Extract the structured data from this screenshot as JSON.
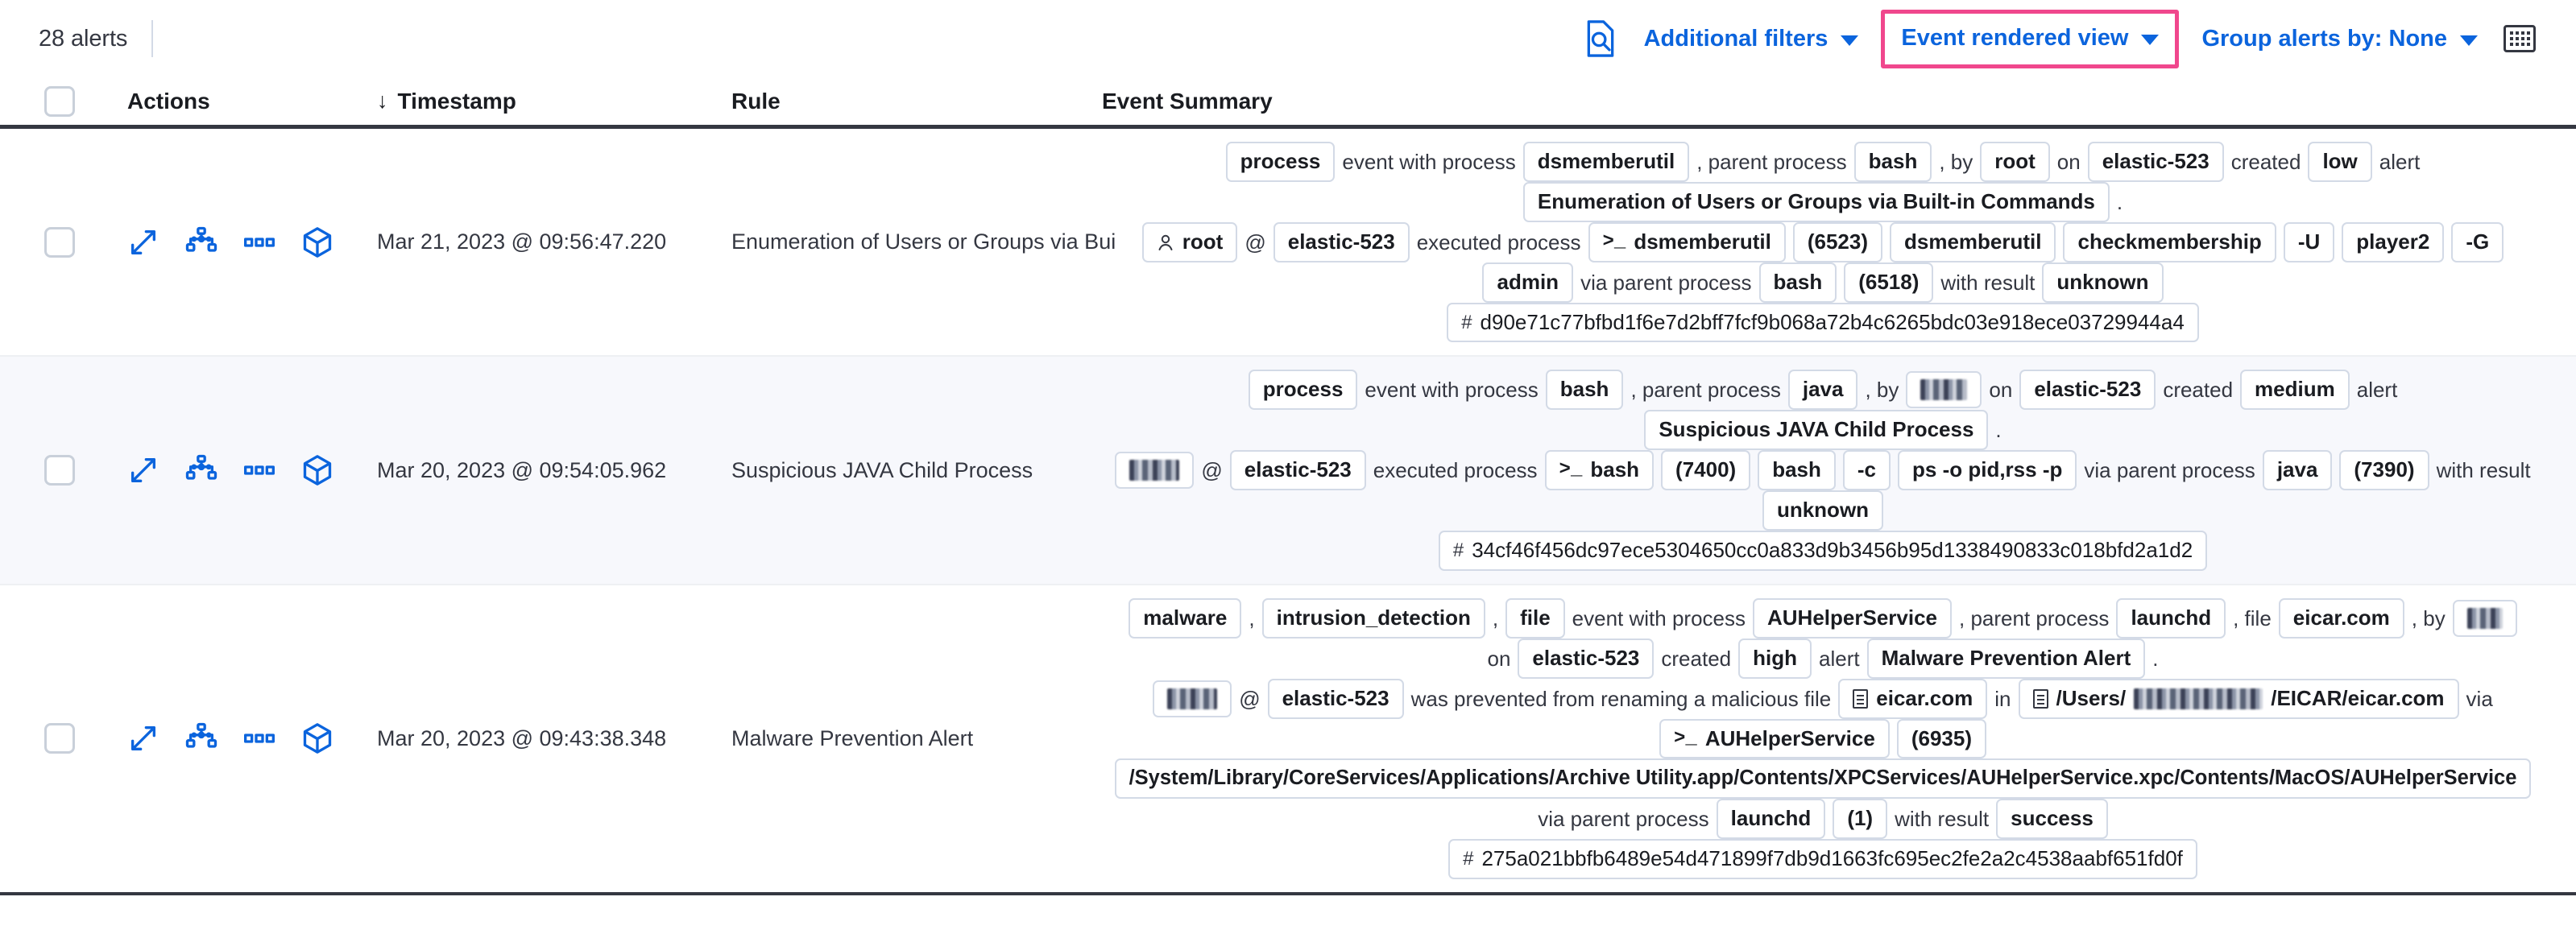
{
  "toolbar": {
    "alert_count": "28 alerts",
    "search_icon": "document-search-icon",
    "additional_filters_label": "Additional filters",
    "event_rendered_view_label": "Event rendered view",
    "group_alerts_label": "Group alerts by: None",
    "keyboard_icon": "keyboard-icon",
    "highlight_color": "#f0478d",
    "link_color": "#0b64dd"
  },
  "table": {
    "columns": {
      "select_all": "",
      "actions": "Actions",
      "timestamp": "Timestamp",
      "sort_indicator": "↓",
      "rule": "Rule",
      "event_summary": "Event Summary"
    },
    "row_actions": [
      "expand-icon",
      "analyze-event-icon",
      "more-actions-icon",
      "session-view-icon"
    ],
    "rows": [
      {
        "timestamp": "Mar 21, 2023 @ 09:56:47.220",
        "rule": "Enumeration of Users or Groups via Bui",
        "summary_lines": [
          [
            {
              "t": "pill",
              "v": "process"
            },
            {
              "t": "txt",
              "v": "event with process"
            },
            {
              "t": "pill",
              "v": "dsmemberutil"
            },
            {
              "t": "txt",
              "v": ", parent process"
            },
            {
              "t": "pill",
              "v": "bash"
            },
            {
              "t": "txt",
              "v": ", by"
            },
            {
              "t": "pill",
              "v": "root"
            },
            {
              "t": "txt",
              "v": "on"
            },
            {
              "t": "pill",
              "v": "elastic-523"
            },
            {
              "t": "txt",
              "v": "created"
            },
            {
              "t": "pill",
              "v": "low"
            },
            {
              "t": "txt",
              "v": "alert"
            }
          ],
          [
            {
              "t": "pill",
              "v": "Enumeration of Users or Groups via Built-in Commands"
            },
            {
              "t": "txt",
              "v": "."
            }
          ],
          [
            {
              "t": "pill",
              "v": "root",
              "icon": "user-icon"
            },
            {
              "t": "txt",
              "v": "@"
            },
            {
              "t": "pill",
              "v": "elastic-523"
            },
            {
              "t": "txt",
              "v": "executed process"
            },
            {
              "t": "pill",
              "v": "dsmemberutil",
              "icon": "terminal-icon"
            },
            {
              "t": "pill",
              "v": "(6523)"
            },
            {
              "t": "pill",
              "v": "dsmemberutil"
            },
            {
              "t": "pill",
              "v": "checkmembership"
            },
            {
              "t": "pill",
              "v": "-U"
            },
            {
              "t": "pill",
              "v": "player2"
            },
            {
              "t": "pill",
              "v": "-G"
            }
          ],
          [
            {
              "t": "pill",
              "v": "admin"
            },
            {
              "t": "txt",
              "v": "via parent process"
            },
            {
              "t": "pill",
              "v": "bash"
            },
            {
              "t": "pill",
              "v": "(6518)"
            },
            {
              "t": "txt",
              "v": "with result"
            },
            {
              "t": "pill",
              "v": "unknown"
            }
          ],
          [
            {
              "t": "pill",
              "v": "d90e71c77bfbd1f6e7d2bff7fcf9b068a72b4c6265bdc03e918ece03729944a4",
              "icon": "hash-icon",
              "style": "hash"
            }
          ]
        ]
      },
      {
        "timestamp": "Mar 20, 2023 @ 09:54:05.962",
        "rule": "Suspicious JAVA Child Process",
        "summary_lines": [
          [
            {
              "t": "pill",
              "v": "process"
            },
            {
              "t": "txt",
              "v": "event with process"
            },
            {
              "t": "pill",
              "v": "bash"
            },
            {
              "t": "txt",
              "v": ", parent process"
            },
            {
              "t": "pill",
              "v": "java"
            },
            {
              "t": "txt",
              "v": ", by"
            },
            {
              "t": "pill",
              "v": "",
              "redacted": "w2"
            },
            {
              "t": "txt",
              "v": "on"
            },
            {
              "t": "pill",
              "v": "elastic-523"
            },
            {
              "t": "txt",
              "v": "created"
            },
            {
              "t": "pill",
              "v": "medium"
            },
            {
              "t": "txt",
              "v": "alert"
            }
          ],
          [
            {
              "t": "pill",
              "v": "Suspicious JAVA Child Process"
            },
            {
              "t": "txt",
              "v": "."
            }
          ],
          [
            {
              "t": "pill",
              "v": "",
              "redacted": "w3"
            },
            {
              "t": "txt",
              "v": "@"
            },
            {
              "t": "pill",
              "v": "elastic-523"
            },
            {
              "t": "txt",
              "v": "executed process"
            },
            {
              "t": "pill",
              "v": "bash",
              "icon": "terminal-icon"
            },
            {
              "t": "pill",
              "v": "(7400)"
            },
            {
              "t": "pill",
              "v": "bash"
            },
            {
              "t": "pill",
              "v": "-c"
            },
            {
              "t": "pill",
              "v": "ps -o pid,rss -p"
            },
            {
              "t": "txt",
              "v": "via parent process"
            },
            {
              "t": "pill",
              "v": "java"
            },
            {
              "t": "pill",
              "v": "(7390)"
            },
            {
              "t": "txt",
              "v": "with result"
            }
          ],
          [
            {
              "t": "pill",
              "v": "unknown"
            }
          ],
          [
            {
              "t": "pill",
              "v": "34cf46f456dc97ece5304650cc0a833d9b3456b95d1338490833c018bfd2a1d2",
              "icon": "hash-icon",
              "style": "hash"
            }
          ]
        ]
      },
      {
        "timestamp": "Mar 20, 2023 @ 09:43:38.348",
        "rule": "Malware Prevention Alert",
        "summary_lines": [
          [
            {
              "t": "pill",
              "v": "malware"
            },
            {
              "t": "txt",
              "v": ","
            },
            {
              "t": "pill",
              "v": "intrusion_detection"
            },
            {
              "t": "txt",
              "v": ","
            },
            {
              "t": "pill",
              "v": "file"
            },
            {
              "t": "txt",
              "v": "event with process"
            },
            {
              "t": "pill",
              "v": "AUHelperService"
            },
            {
              "t": "txt",
              "v": ", parent process"
            },
            {
              "t": "pill",
              "v": "launchd"
            },
            {
              "t": "txt",
              "v": ", file"
            },
            {
              "t": "pill",
              "v": "eicar.com"
            },
            {
              "t": "txt",
              "v": ", by"
            },
            {
              "t": "pill",
              "v": "",
              "redacted": "w1"
            }
          ],
          [
            {
              "t": "txt",
              "v": "on"
            },
            {
              "t": "pill",
              "v": "elastic-523"
            },
            {
              "t": "txt",
              "v": "created"
            },
            {
              "t": "pill",
              "v": "high"
            },
            {
              "t": "txt",
              "v": "alert"
            },
            {
              "t": "pill",
              "v": "Malware Prevention Alert"
            },
            {
              "t": "txt",
              "v": "."
            }
          ],
          [
            {
              "t": "pill",
              "v": "",
              "redacted": "w3"
            },
            {
              "t": "txt",
              "v": "@"
            },
            {
              "t": "pill",
              "v": "elastic-523"
            },
            {
              "t": "txt",
              "v": "was prevented from renaming a malicious file"
            },
            {
              "t": "pill",
              "v": "eicar.com",
              "icon": "file-icon"
            },
            {
              "t": "txt",
              "v": "in"
            },
            {
              "t": "pill",
              "v": "/Users/",
              "icon": "file-icon",
              "redacted_mid": "w4",
              "suffix": "/EICAR/eicar.com"
            },
            {
              "t": "txt",
              "v": "via"
            }
          ],
          [
            {
              "t": "pill",
              "v": "AUHelperService",
              "icon": "terminal-icon"
            },
            {
              "t": "pill",
              "v": "(6935)"
            }
          ],
          [
            {
              "t": "pill",
              "v": "/System/Library/CoreServices/Applications/Archive Utility.app/Contents/XPCServices/AUHelperService.xpc/Contents/MacOS/AUHelperService",
              "style": "path"
            }
          ],
          [
            {
              "t": "txt",
              "v": "via parent process"
            },
            {
              "t": "pill",
              "v": "launchd"
            },
            {
              "t": "pill",
              "v": "(1)"
            },
            {
              "t": "txt",
              "v": "with result"
            },
            {
              "t": "pill",
              "v": "success"
            }
          ],
          [
            {
              "t": "pill",
              "v": "275a021bbfb6489e54d471899f7db9d1663fc695ec2fe2a2c4538aabf651fd0f",
              "icon": "hash-icon",
              "style": "hash"
            }
          ]
        ]
      }
    ]
  }
}
